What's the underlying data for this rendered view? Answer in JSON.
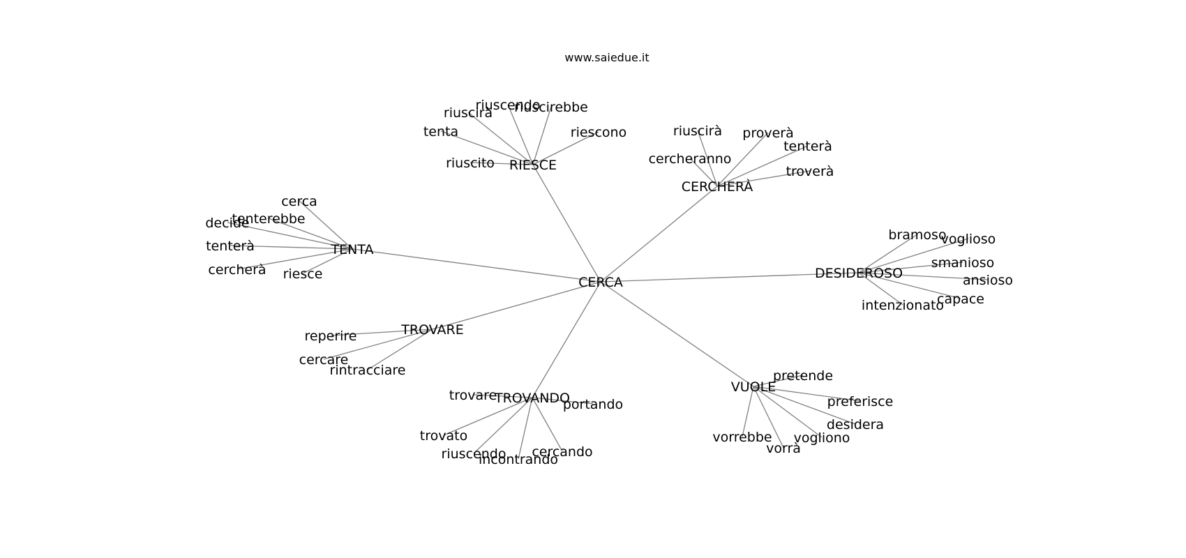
{
  "site_label": "www.saiedue.it",
  "root": "CERCA",
  "clusters": [
    {
      "label": "RIESCE",
      "children": [
        "riuscendo",
        "riuscirebbe",
        "riuscirà",
        "tenta",
        "riescono",
        "riuscito"
      ]
    },
    {
      "label": "CERCHERÀ",
      "children": [
        "riuscirà",
        "proverà",
        "tenterà",
        "cercheranno",
        "troverà"
      ]
    },
    {
      "label": "TENTA",
      "children": [
        "cerca",
        "tenterebbe",
        "decide",
        "tenterà",
        "cercherà",
        "riesce"
      ]
    },
    {
      "label": "DESIDEROSO",
      "children": [
        "bramoso",
        "voglioso",
        "smanioso",
        "ansioso",
        "capace",
        "intenzionato"
      ]
    },
    {
      "label": "TROVARE",
      "children": [
        "reperire",
        "cercare",
        "rintracciare"
      ]
    },
    {
      "label": "TROVANDO",
      "children": [
        "trovare",
        "portando",
        "trovato",
        "riuscendo",
        "incontrando",
        "cercando"
      ]
    },
    {
      "label": "VUOLE",
      "children": [
        "pretende",
        "preferisce",
        "desidera",
        "vorrebbe",
        "vogliono",
        "vorrà"
      ]
    }
  ]
}
